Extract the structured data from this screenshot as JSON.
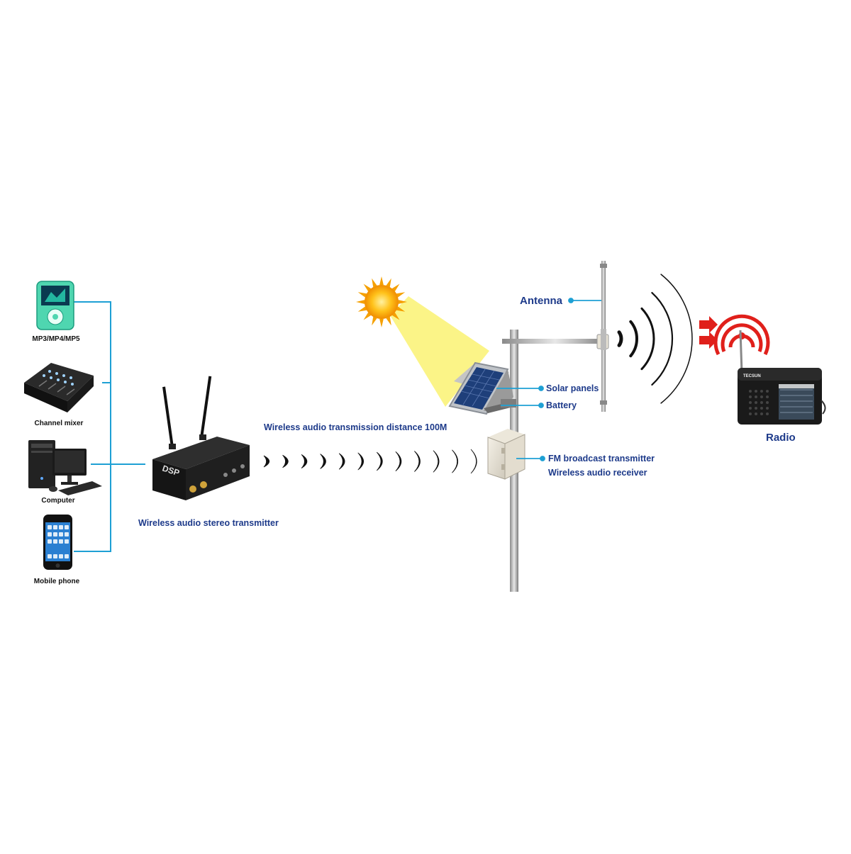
{
  "sources": [
    {
      "label": "MP3/MP4/MP5",
      "icon": "mp3-player-icon"
    },
    {
      "label": "Channel mixer",
      "icon": "mixer-icon"
    },
    {
      "label": "Computer",
      "icon": "computer-icon"
    },
    {
      "label": "Mobile phone",
      "icon": "mobile-phone-icon"
    }
  ],
  "transmitter": {
    "label": "Wireless audio stereo transmitter",
    "screen_text": "DSP"
  },
  "link": {
    "label": "Wireless audio transmission distance 100M"
  },
  "tower": {
    "antenna": "Antenna",
    "solar": "Solar panels",
    "battery": "Battery",
    "fm": "FM broadcast transmitter",
    "receiver": "Wireless audio receiver"
  },
  "radio": {
    "label": "Radio",
    "brand": "TECSUN"
  },
  "colors": {
    "connector": "#1ea0d4",
    "label_blue": "#1d3a8a",
    "sun": "#f5a000",
    "beam": "#fbf37a",
    "signal_red": "#e0201b"
  }
}
